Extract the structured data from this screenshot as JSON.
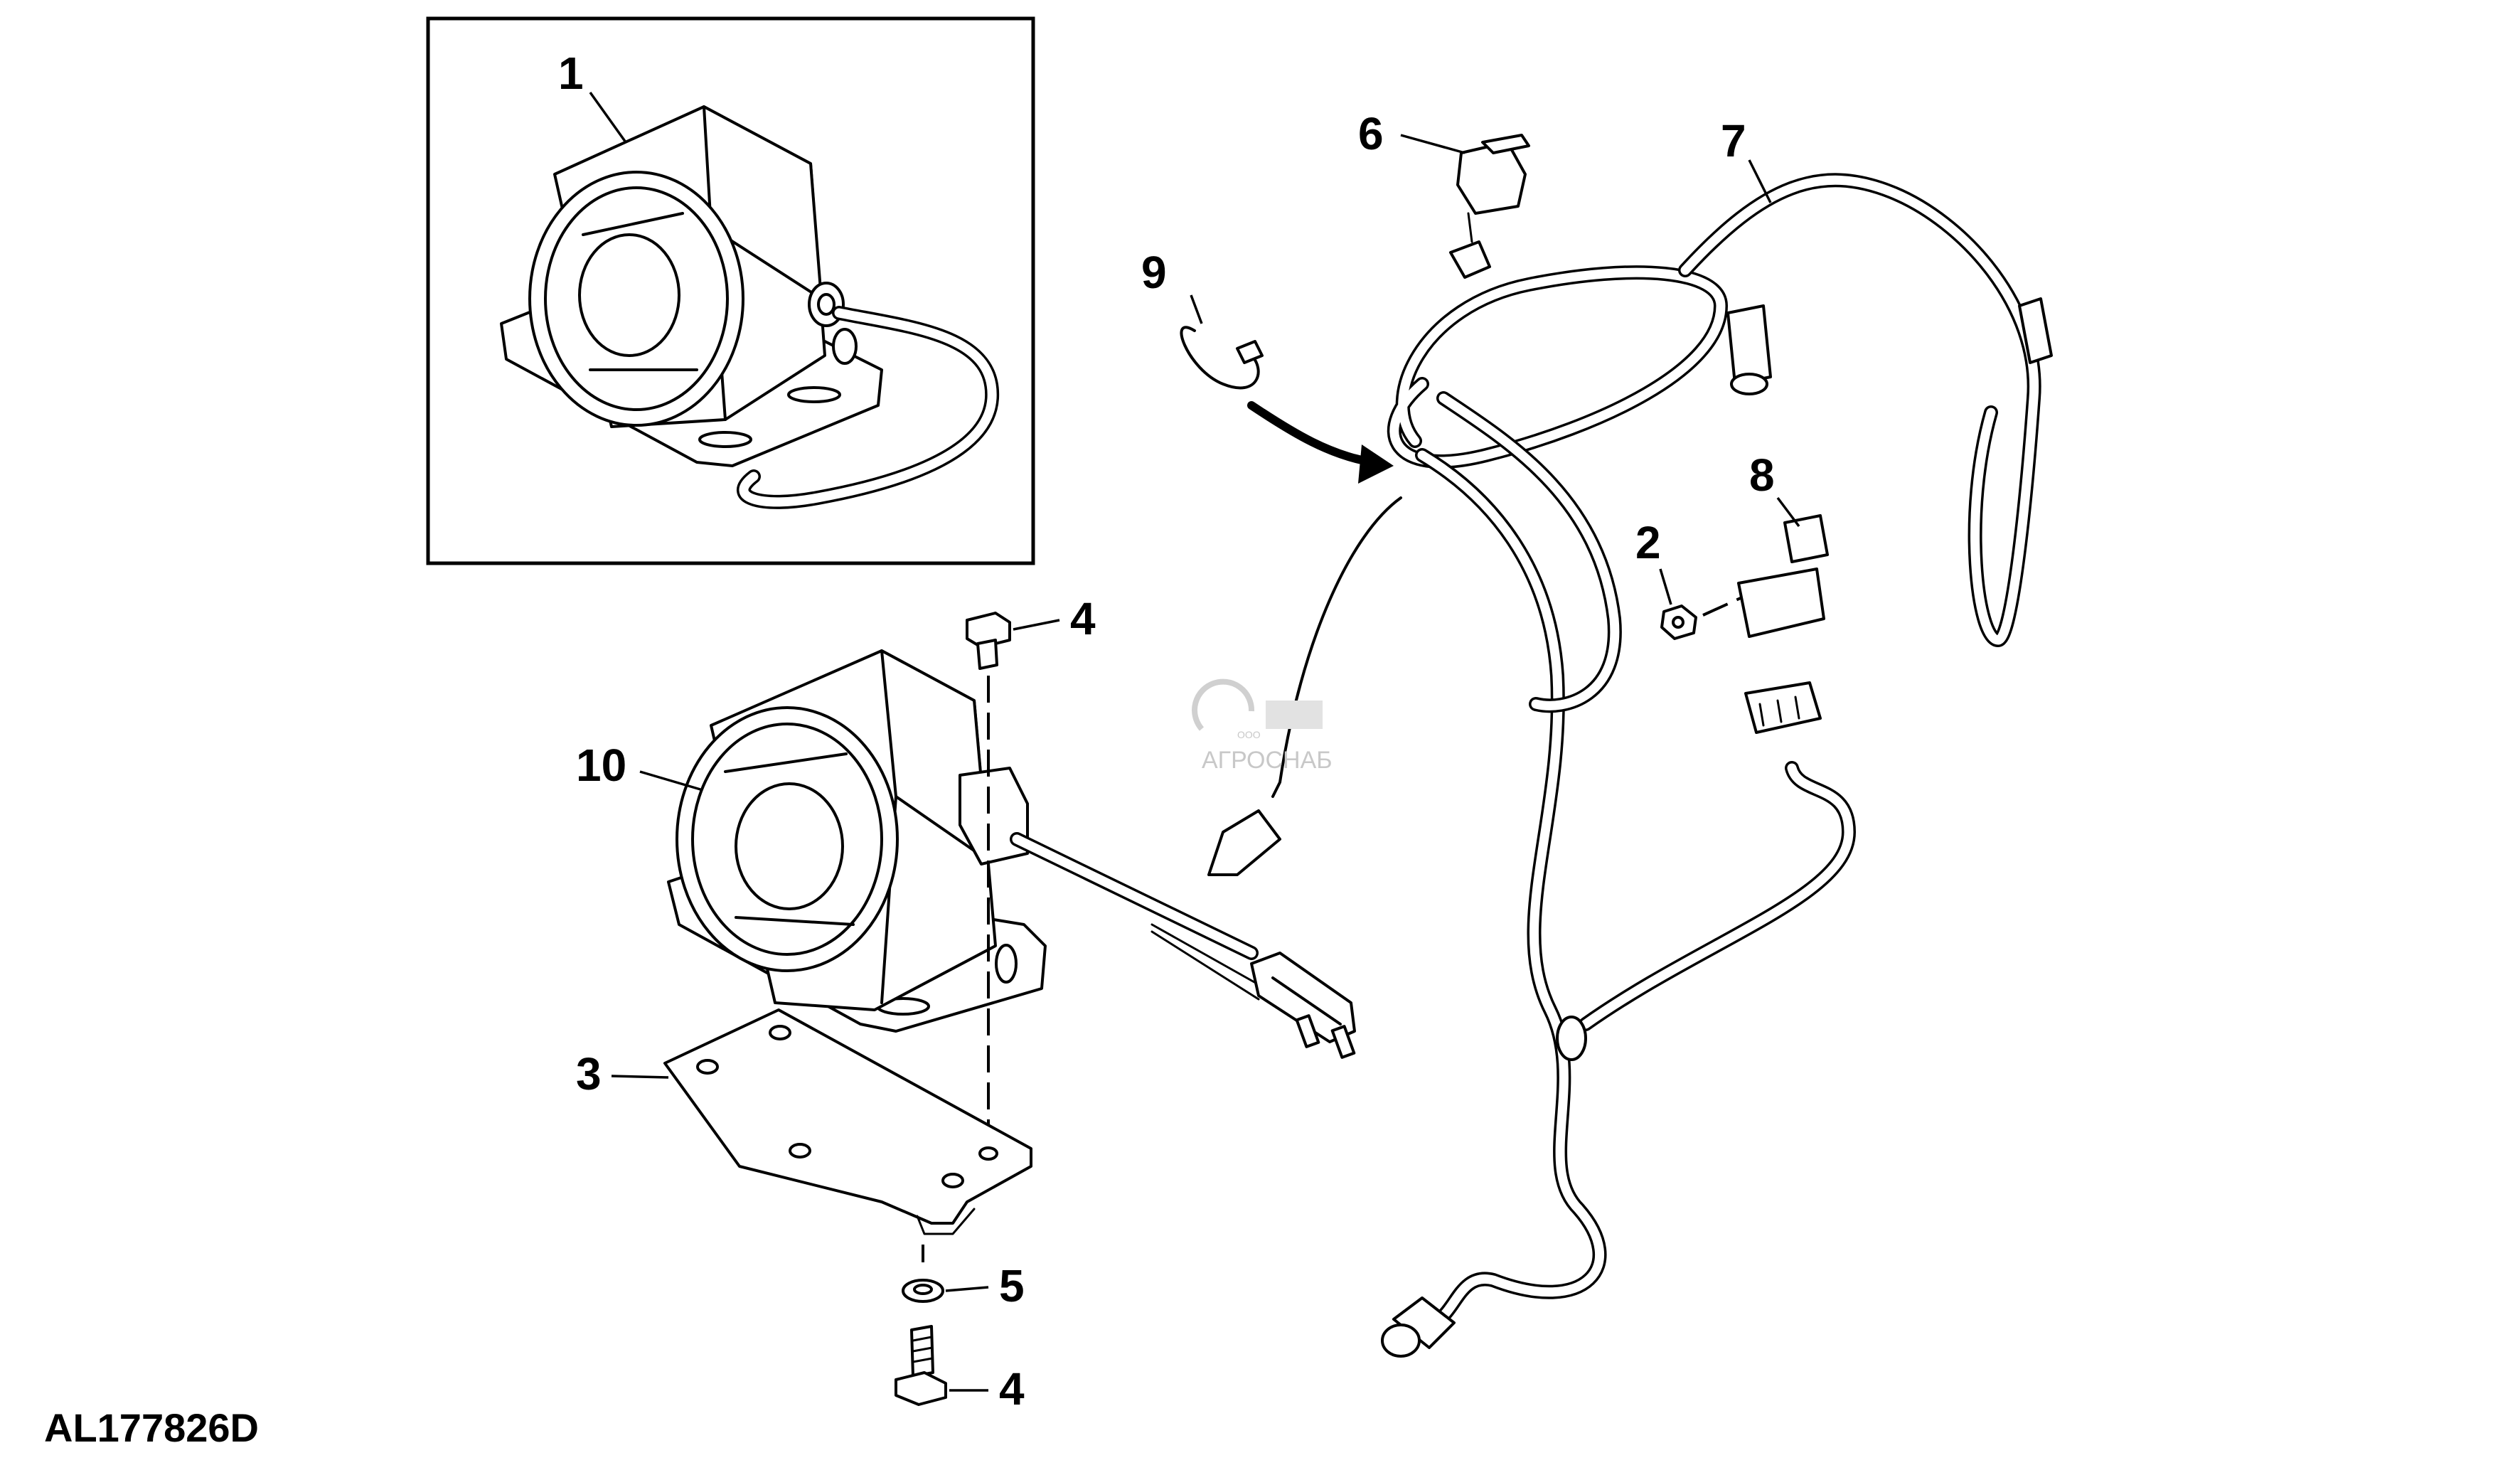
{
  "diagram": {
    "document_id": "AL177826D",
    "watermark": {
      "brand": "АГРОСНАБ",
      "prefix": "ООО"
    },
    "callouts": [
      "1",
      "2",
      "3",
      "4",
      "4",
      "5",
      "6",
      "7",
      "8",
      "9",
      "10"
    ]
  }
}
